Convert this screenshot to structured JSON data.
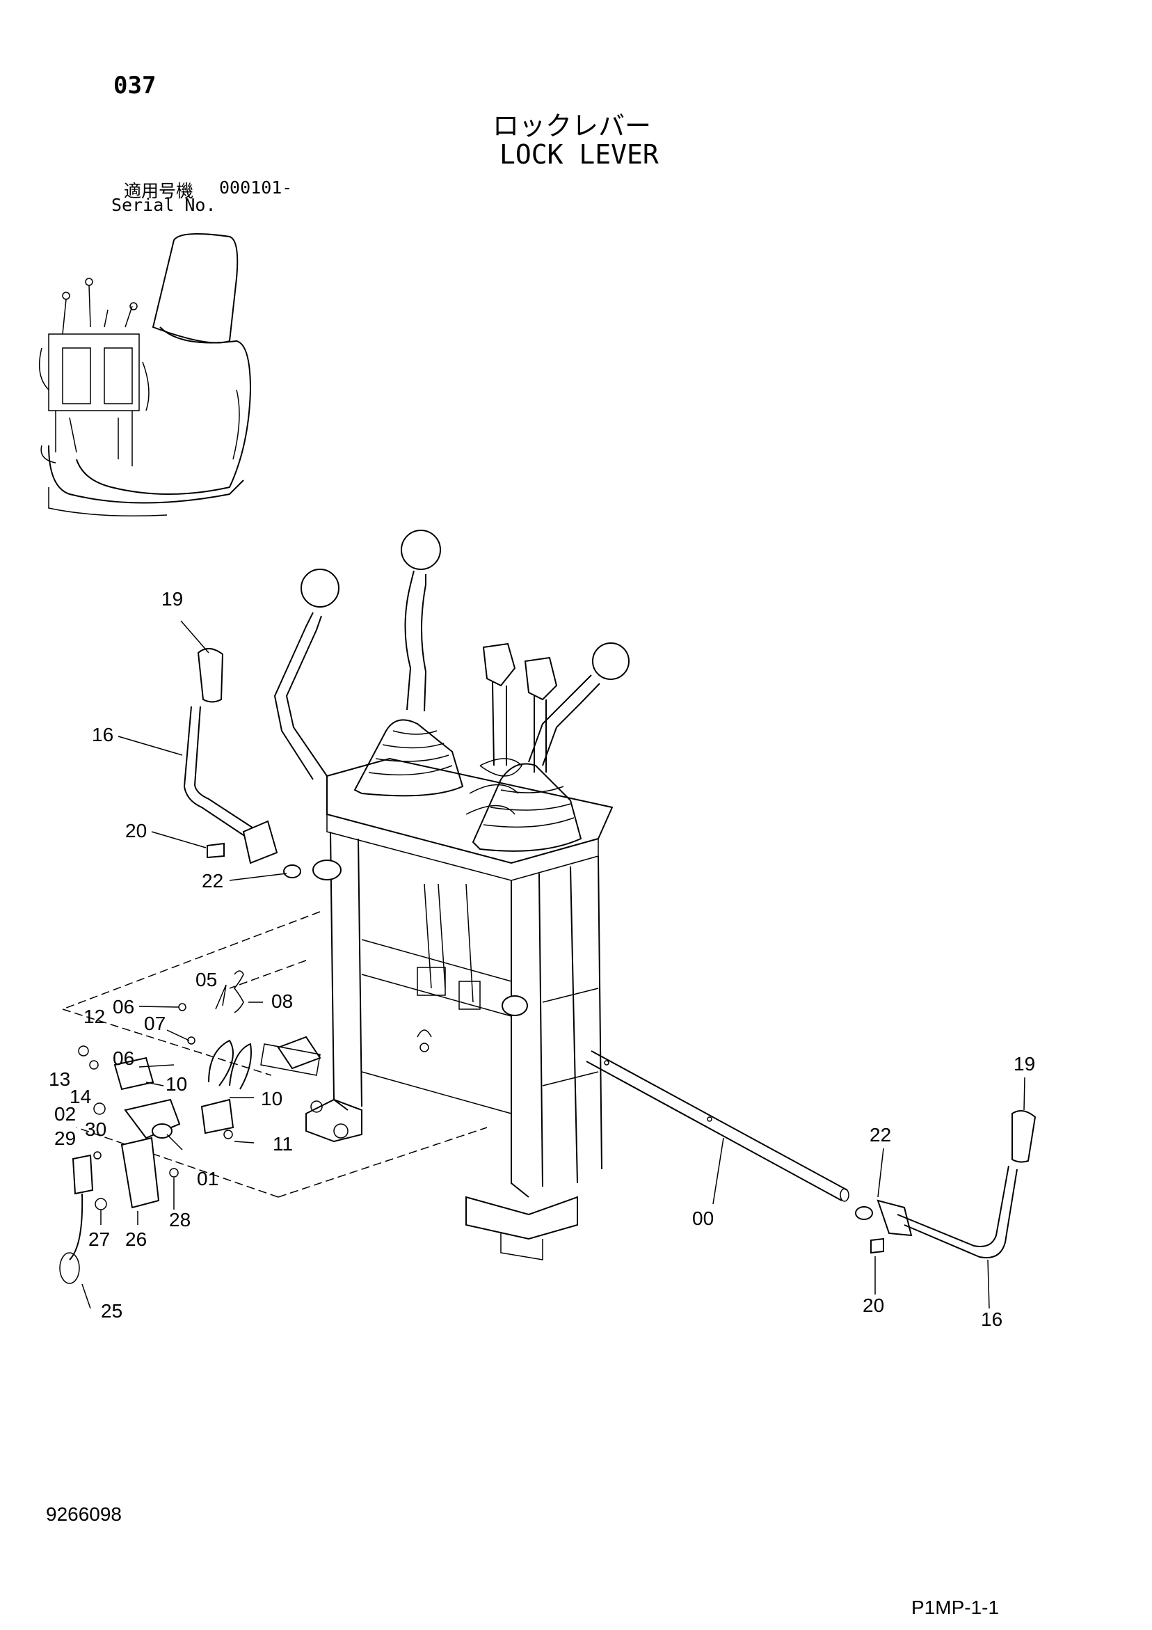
{
  "header": {
    "page_number": "037",
    "title_jp": "ロックレバー",
    "title_en": "LOCK LEVER",
    "serial_label_jp": "適用号機",
    "serial_value": "000101-",
    "serial_label_en": "Serial No."
  },
  "footer": {
    "document_number": "9266098",
    "sheet_id": "P1MP-1-1"
  },
  "callouts": [
    {
      "id": "c19a",
      "label": "19"
    },
    {
      "id": "c16a",
      "label": "16"
    },
    {
      "id": "c20a",
      "label": "20"
    },
    {
      "id": "c22a",
      "label": "22"
    },
    {
      "id": "c05",
      "label": "05"
    },
    {
      "id": "c06a",
      "label": "06"
    },
    {
      "id": "c08",
      "label": "08"
    },
    {
      "id": "c12",
      "label": "12"
    },
    {
      "id": "c07",
      "label": "07"
    },
    {
      "id": "c06b",
      "label": "06"
    },
    {
      "id": "c10a",
      "label": "10"
    },
    {
      "id": "c13",
      "label": "13"
    },
    {
      "id": "c14",
      "label": "14"
    },
    {
      "id": "c02",
      "label": "02"
    },
    {
      "id": "c10b",
      "label": "10"
    },
    {
      "id": "c29",
      "label": "29"
    },
    {
      "id": "c30",
      "label": "30"
    },
    {
      "id": "c11",
      "label": "11"
    },
    {
      "id": "c01",
      "label": "01"
    },
    {
      "id": "c28",
      "label": "28"
    },
    {
      "id": "c27",
      "label": "27"
    },
    {
      "id": "c26",
      "label": "26"
    },
    {
      "id": "c25",
      "label": "25"
    },
    {
      "id": "c19b",
      "label": "19"
    },
    {
      "id": "c22b",
      "label": "22"
    },
    {
      "id": "c00",
      "label": "00"
    },
    {
      "id": "c20b",
      "label": "20"
    },
    {
      "id": "c16b",
      "label": "16"
    }
  ]
}
